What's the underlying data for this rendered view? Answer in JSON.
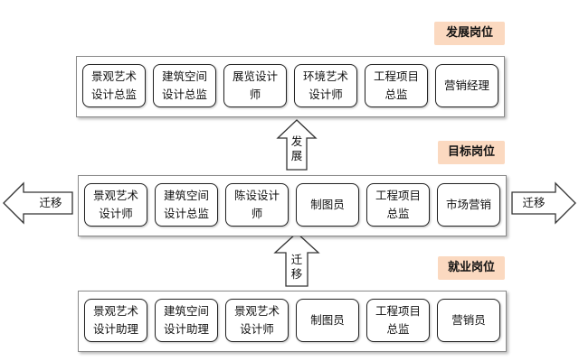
{
  "tiers": {
    "development": {
      "label": "发展岗位",
      "nodes": [
        "景观艺术设计总监",
        "建筑空间设计总监",
        "展览设计师",
        "环境艺术设计师",
        "工程项目总监",
        "营销经理"
      ]
    },
    "target": {
      "label": "目标岗位",
      "nodes": [
        "景观艺术设计师",
        "建筑空间设计总监",
        "陈设设计师",
        "制图员",
        "工程项目总监",
        "市场营销"
      ]
    },
    "employment": {
      "label": "就业岗位",
      "nodes": [
        "景观艺术设计助理",
        "建筑空间设计助理",
        "景观艺术设计师",
        "制图员",
        "工程项目总监",
        "营销员"
      ]
    }
  },
  "arrows": {
    "develop": "发展",
    "transfer_up": "迁移",
    "transfer_left": "迁移",
    "transfer_right": "迁移"
  },
  "colors": {
    "tier_label_bg": "#fbd9c0",
    "border": "#222222"
  }
}
